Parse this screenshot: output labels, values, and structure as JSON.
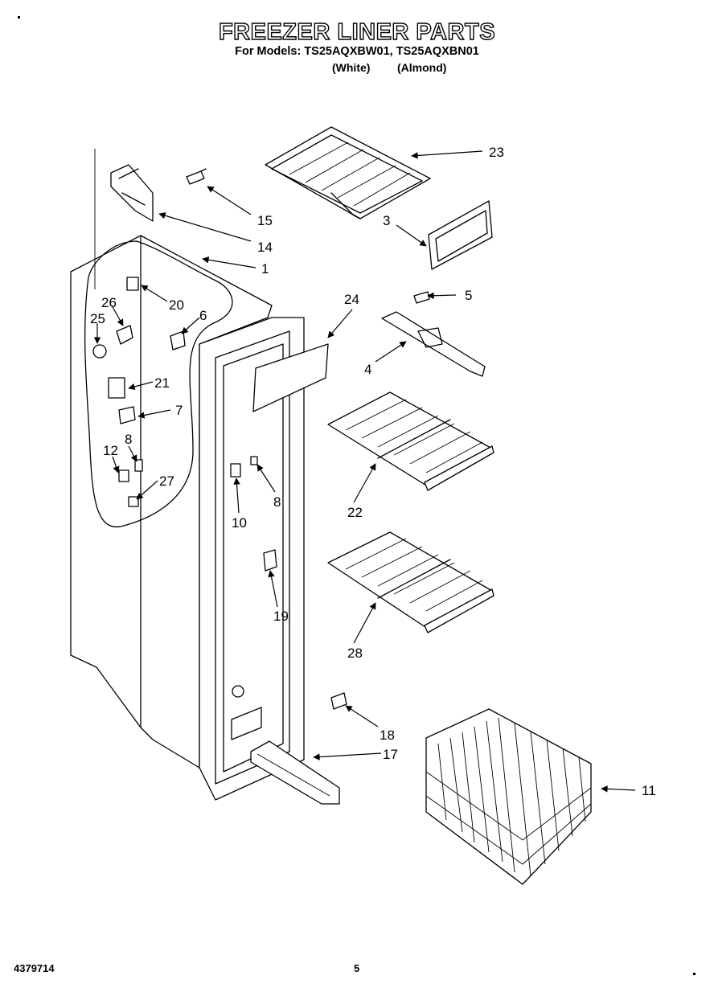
{
  "header": {
    "title": "FREEZER LINER PARTS",
    "models": "For Models: TS25AQXBW01, TS25AQXBN01",
    "variant_white": "(White)",
    "variant_almond": "(Almond)"
  },
  "footer": {
    "doc_number": "4379714",
    "page_number": "5"
  },
  "callouts": [
    "23",
    "15",
    "14",
    "1",
    "3",
    "5",
    "24",
    "20",
    "26",
    "25",
    "6",
    "4",
    "21",
    "7",
    "12",
    "8",
    "27",
    "8",
    "10",
    "22",
    "19",
    "28",
    "18",
    "17",
    "11"
  ]
}
